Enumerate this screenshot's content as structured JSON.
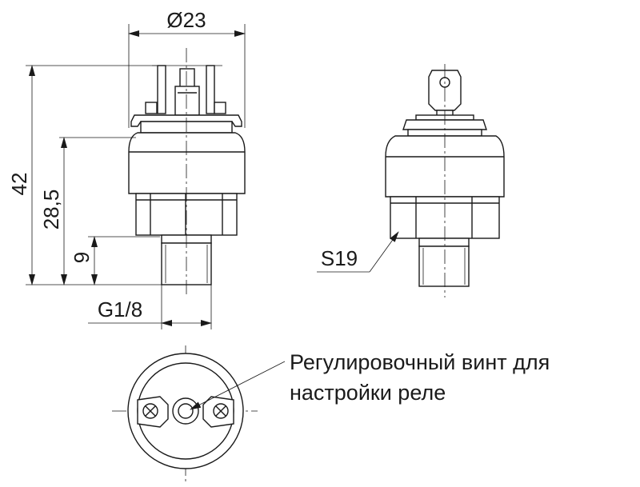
{
  "dimensions": {
    "diameter": "Ø23",
    "height_total": "42",
    "height_mid": "28,5",
    "height_thread": "9",
    "thread": "G1/8",
    "hex": "S19"
  },
  "callout": {
    "line1": "Регулировочный винт для",
    "line2": "настройки реле"
  },
  "colors": {
    "line": "#1a1a1a",
    "background": "#ffffff"
  }
}
